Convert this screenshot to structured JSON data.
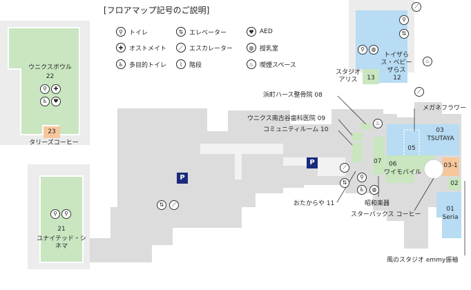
{
  "legend": {
    "title": "[フロアマップ記号のご説明]",
    "items": [
      {
        "icon": "restroom-icon",
        "glyph": "🚻",
        "label": "トイレ"
      },
      {
        "icon": "elevator-icon",
        "glyph": "⇅",
        "label": "エレベーター"
      },
      {
        "icon": "aed-icon",
        "glyph": "♥",
        "label": "AED"
      },
      {
        "icon": "ostomate-icon",
        "glyph": "✚",
        "label": "オストメイト"
      },
      {
        "icon": "escalator-icon",
        "glyph": "⟋",
        "label": "エスカレーター"
      },
      {
        "icon": "nursing-room-icon",
        "glyph": "◍",
        "label": "授乳室"
      },
      {
        "icon": "multipurpose-toilet-icon",
        "glyph": "♿",
        "label": "多目的トイレ"
      },
      {
        "icon": "stairs-icon",
        "glyph": "⌇",
        "label": "階段"
      },
      {
        "icon": "smoking-area-icon",
        "glyph": "♨",
        "label": "喫煙スペース"
      }
    ]
  },
  "stores": {
    "s22": {
      "name": "ウニクスボウル",
      "number": "22"
    },
    "s23": {
      "number": "23"
    },
    "s23_name": "タリーズコーヒー",
    "s21": {
      "number": "21",
      "name": "ユナイテッド・シネマ"
    },
    "s08": "浜町ハース整骨院 08",
    "s09": "ウニクス南古谷歯科医院 09",
    "s10": "コミュニティルーム 10",
    "s11": "おたからや 11",
    "s12": {
      "number": "12",
      "name": "トイザらス・ベビーザらス"
    },
    "s13": {
      "number": "13",
      "name": "スタジオアリス"
    },
    "s03": {
      "number": "03",
      "name": "TSUTAYA"
    },
    "s05": {
      "number": "05"
    },
    "s05_name": "メガネフラワー",
    "s06": {
      "number": "06",
      "name": "ワイモバイル"
    },
    "s07": {
      "number": "07"
    },
    "s07_name": "昭和楽器",
    "s03_1": {
      "number": "03-1"
    },
    "s03_1_name": "スターバックス コーヒー",
    "s02": {
      "number": "02"
    },
    "s02_name": "風のスタジオ emmy振袖",
    "s01": {
      "number": "01",
      "name": "Seria"
    }
  },
  "parking": {
    "label": "P"
  },
  "colors": {
    "tenant_green": "#c9e6c0",
    "tenant_blue": "#b7dcf3",
    "tenant_orange": "#f7c79c",
    "mall_gray": "#dcdcdc",
    "parking_blue": "#1a2a7a"
  }
}
